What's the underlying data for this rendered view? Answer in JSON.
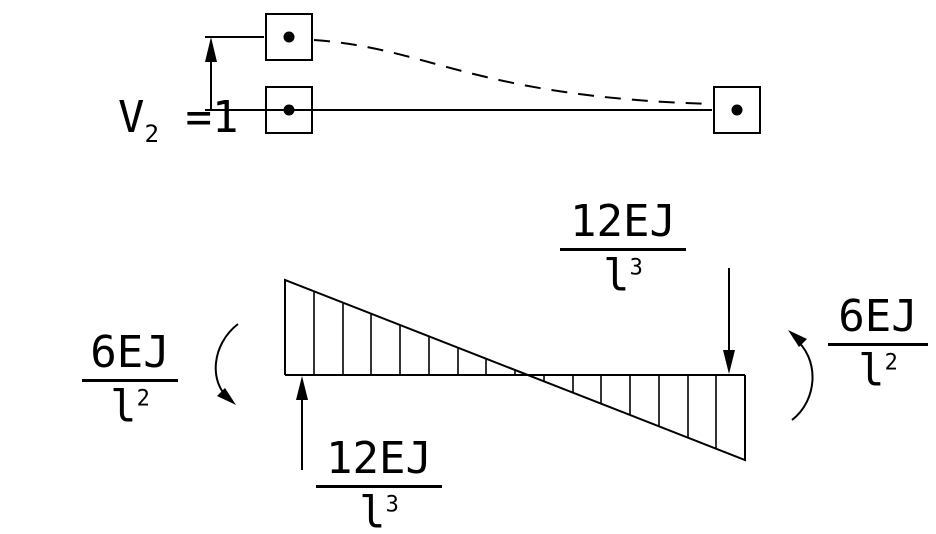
{
  "colors": {
    "ink": "#000000",
    "background": "#ffffff"
  },
  "top_figure": {
    "displacement_label": {
      "symbol": "V",
      "subscript": "2",
      "rest": " =1"
    }
  },
  "moment_diagram": {
    "left_end_moment": {
      "numerator": "6EJ",
      "den_base": "l",
      "den_exp": "2"
    },
    "right_end_moment": {
      "numerator": "6EJ",
      "den_base": "l",
      "den_exp": "2"
    },
    "top_shear_force": {
      "numerator": "12EJ",
      "den_base": "l",
      "den_exp": "3"
    },
    "bottom_shear_force": {
      "numerator": "12EJ",
      "den_base": "l",
      "den_exp": "3"
    }
  }
}
